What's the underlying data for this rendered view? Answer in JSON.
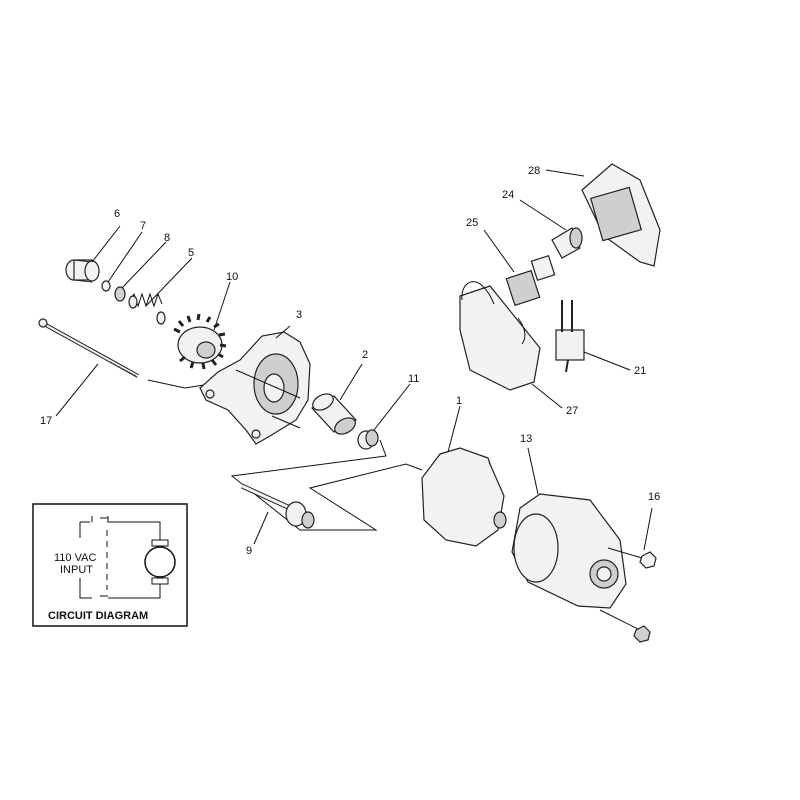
{
  "labels": {
    "p1": "1",
    "p2": "2",
    "p3": "3",
    "p5": "5",
    "p6": "6",
    "p7": "7",
    "p8": "8",
    "p9": "9",
    "p10": "10",
    "p11": "11",
    "p13": "13",
    "p16": "16",
    "p17": "17",
    "p21": "21",
    "p24": "24",
    "p25": "25",
    "p27": "27",
    "p28": "28"
  },
  "circuit": {
    "input_line1": "110 VAC",
    "input_line2": "INPUT",
    "title": "CIRCUIT DIAGRAM"
  }
}
